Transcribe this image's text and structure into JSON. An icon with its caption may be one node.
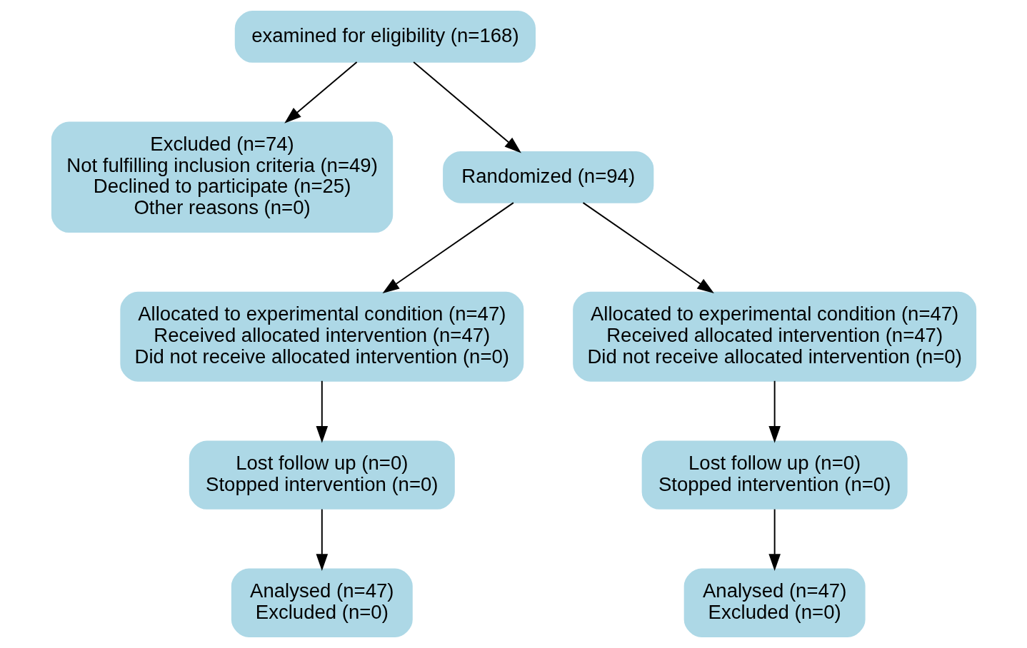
{
  "diagram": {
    "nodes": [
      {
        "text": [
          "examined for eligibility (n=168)"
        ]
      },
      {
        "text": [
          "Excluded (n=74)",
          "Not fulfilling inclusion criteria (n=49)",
          "Declined to participate (n=25)",
          "Other reasons (n=0)"
        ]
      },
      {
        "text": [
          "Randomized (n=94)"
        ]
      },
      {
        "text": [
          "Allocated to experimental condition (n=47)",
          "Received allocated intervention (n=47)",
          "Did not receive allocated intervention (n=0)"
        ]
      },
      {
        "text": [
          "Allocated to experimental condition (n=47)",
          "Received allocated intervention (n=47)",
          "Did not receive allocated intervention (n=0)"
        ]
      },
      {
        "text": [
          "Lost follow up (n=0)",
          "Stopped intervention (n=0)"
        ]
      },
      {
        "text": [
          "Lost follow up (n=0)",
          "Stopped intervention (n=0)"
        ]
      },
      {
        "text": [
          "Analysed (n=47)",
          "Excluded (n=0)"
        ]
      },
      {
        "text": [
          "Analysed (n=47)",
          "Excluded (n=0)"
        ]
      }
    ],
    "edges": [
      {
        "from": 0,
        "to": 1,
        "arrow": "to"
      },
      {
        "from": 0,
        "to": 2,
        "arrow": "to"
      },
      {
        "from": 2,
        "to": 3,
        "arrow": "to"
      },
      {
        "from": 2,
        "to": 4,
        "arrow": "to"
      },
      {
        "from": 3,
        "to": 5,
        "arrow": "to"
      },
      {
        "from": 4,
        "to": 6,
        "arrow": "to"
      },
      {
        "from": 5,
        "to": 7,
        "arrow": "to"
      },
      {
        "from": 6,
        "to": 8,
        "arrow": "to"
      }
    ]
  }
}
